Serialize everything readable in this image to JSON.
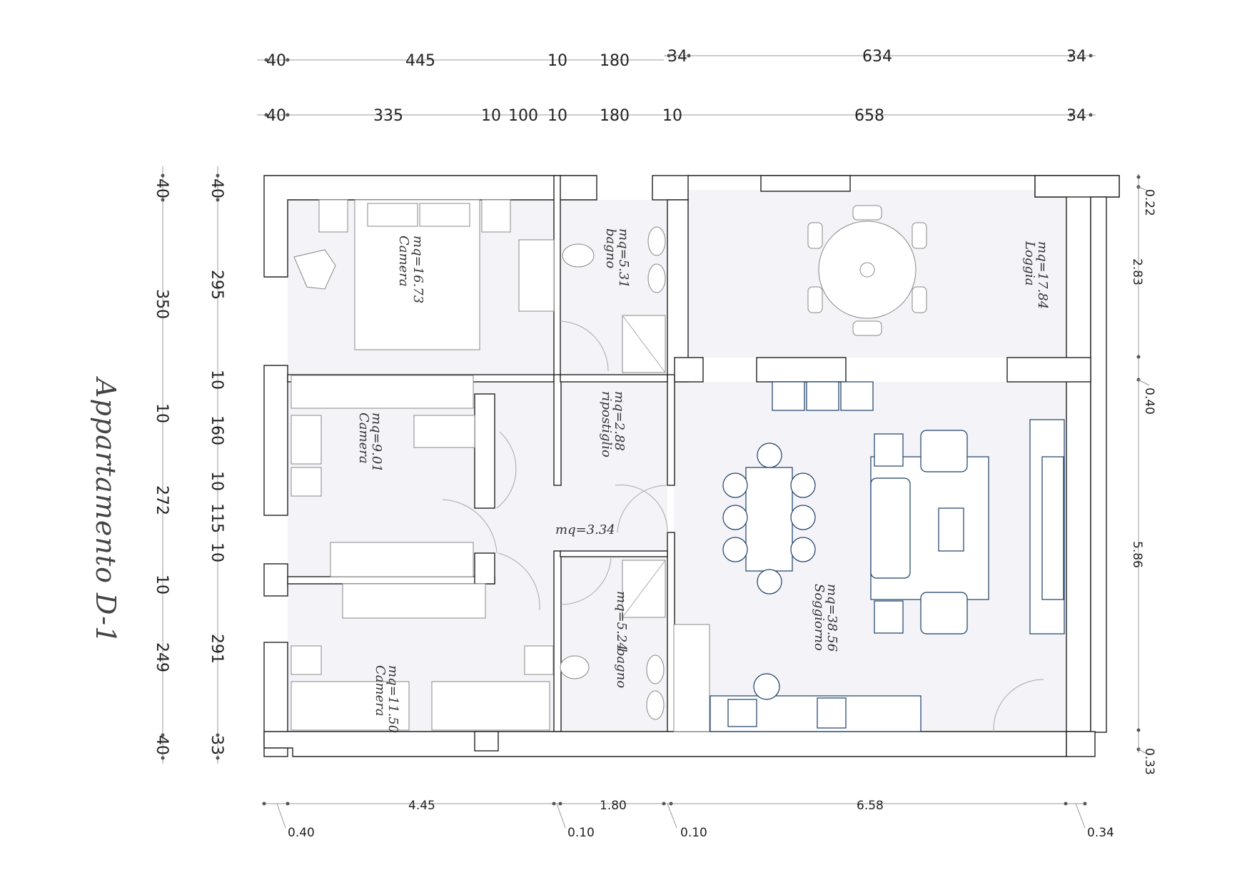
{
  "title": "Appartamento D-1",
  "top_dims_row1": [
    "40",
    "445",
    "10",
    "180",
    "34",
    "634",
    "34"
  ],
  "top_dims_row2": [
    "40",
    "335",
    "10",
    "100",
    "10",
    "180",
    "10",
    "658",
    "34"
  ],
  "left_dims_outer": [
    "40",
    "350",
    "10",
    "272",
    "10",
    "249",
    "40"
  ],
  "left_dims_inner": [
    "40",
    "295",
    "10",
    "160",
    "10",
    "115",
    "10",
    "291",
    "33"
  ],
  "right_dims": [
    "0.22",
    "2.83",
    "0.40",
    "5.86",
    "0.33"
  ],
  "bottom_dims": [
    "4.45",
    "1.80",
    "6.58"
  ],
  "bottom_dims_small": [
    "0.40",
    "0.10",
    "0.10",
    "0.34"
  ],
  "rooms": {
    "camera1": {
      "area": "mq=16.73",
      "name": "Camera"
    },
    "bagno1": {
      "area": "mq=5.31",
      "name": "bagno"
    },
    "loggia": {
      "area": "mq=17.84",
      "name": "Loggia"
    },
    "camera2": {
      "area": "mq=9.01",
      "name": "Camera"
    },
    "ripostiglio": {
      "area": "mq=2.88",
      "name": "ripostiglio"
    },
    "disimpegno": {
      "area": "mq=3.34"
    },
    "bagno2": {
      "area": "mq=5.24",
      "name": "bagno"
    },
    "soggiorno": {
      "area": "mq=38.56",
      "name": "Soggiorno"
    },
    "camera3": {
      "area": "mq=11.50",
      "name": "Camera"
    }
  }
}
